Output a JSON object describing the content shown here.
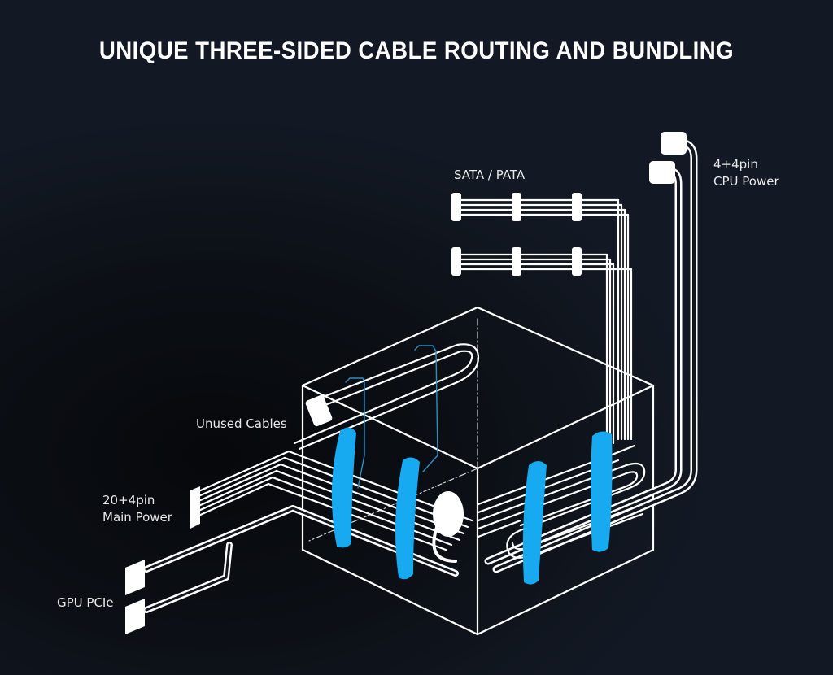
{
  "title": "UNIQUE THREE-SIDED CABLE ROUTING AND BUNDLING",
  "labels": {
    "sata_pata": "SATA / PATA",
    "cpu_power_line1": "4+4pin",
    "cpu_power_line2": "CPU Power",
    "unused_cables": "Unused Cables",
    "main_power_line1": "20+4pin",
    "main_power_line2": "Main Power",
    "gpu_pcie": "GPU PCIe"
  },
  "colors": {
    "background": "#121722",
    "line": "#ffffff",
    "accent_strap": "#18aaf0",
    "strap_outline": "#2b8fc4"
  }
}
